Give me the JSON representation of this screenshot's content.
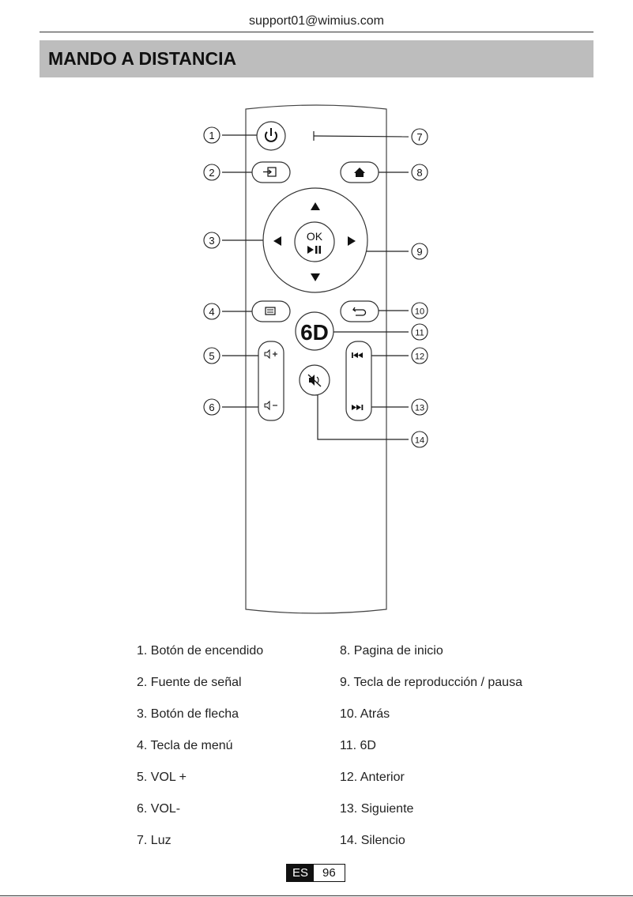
{
  "header": {
    "email": "support01@wimius.com",
    "title": "MANDO A DISTANCIA"
  },
  "remote": {
    "buttons": {
      "ok_label": "OK",
      "six_d_label": "6D"
    },
    "callouts": [
      "1",
      "2",
      "3",
      "4",
      "5",
      "6",
      "7",
      "8",
      "9",
      "10",
      "11",
      "12",
      "13",
      "14"
    ]
  },
  "legend": {
    "left": [
      "1. Botón de encendido",
      "2. Fuente de señal",
      "3. Botón de flecha",
      "4. Tecla de menú",
      "5. VOL +",
      "6. VOL-",
      "7. Luz"
    ],
    "right": [
      "8. Pagina de inicio",
      "9. Tecla de reproducción / pausa",
      "10. Atrás",
      "11. 6D",
      "12. Anterior",
      "13. Siguiente",
      "14. Silencio"
    ]
  },
  "footer": {
    "lang": "ES",
    "page": "96"
  }
}
